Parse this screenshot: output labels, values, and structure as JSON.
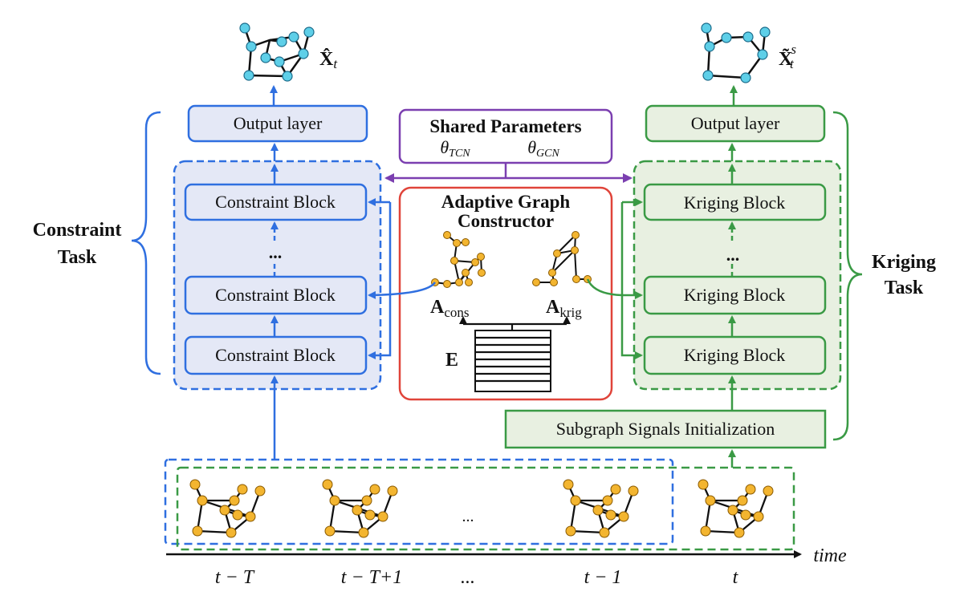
{
  "outputs": {
    "constraint_label": "X̂",
    "constraint_sub": "t",
    "kriging_label": "X̃",
    "kriging_sub": "t",
    "kriging_sup": "s"
  },
  "shared": {
    "title": "Shared Parameters",
    "theta": "θ",
    "tcn": "TCN",
    "gcn": "GCN"
  },
  "constraint": {
    "output_layer": "Output layer",
    "block_top": "Constraint Block",
    "dots": "...",
    "block_mid": "Constraint Block",
    "block_bot": "Constraint Block",
    "task_line1": "Constraint",
    "task_line2": "Task"
  },
  "kriging": {
    "output_layer": "Output layer",
    "block_top": "Kriging Block",
    "dots": "...",
    "block_mid": "Kriging Block",
    "block_bot": "Kriging Block",
    "init": "Subgraph Signals  Initialization",
    "task_line1": "Kriging",
    "task_line2": "Task"
  },
  "agc": {
    "title_line1": "Adaptive Graph",
    "title_line2": "Constructor",
    "a_letter": "A",
    "a_cons_sub": "cons",
    "a_krig_sub": "krig",
    "embedding": "E"
  },
  "timeline": {
    "labels": [
      "t − T",
      "t − T+1",
      "...",
      "t − 1",
      "t"
    ],
    "middle_dots": "...",
    "axis_label": "time"
  },
  "colors": {
    "blue": "#2f6fe0",
    "green": "#3a9a45",
    "red": "#e0443a",
    "purple": "#7b3fb0",
    "cyan_node": "#5ecfe8",
    "orange_node": "#f3b530",
    "blue_fill": "#e4e8f6",
    "green_fill": "#e8f0e1"
  }
}
